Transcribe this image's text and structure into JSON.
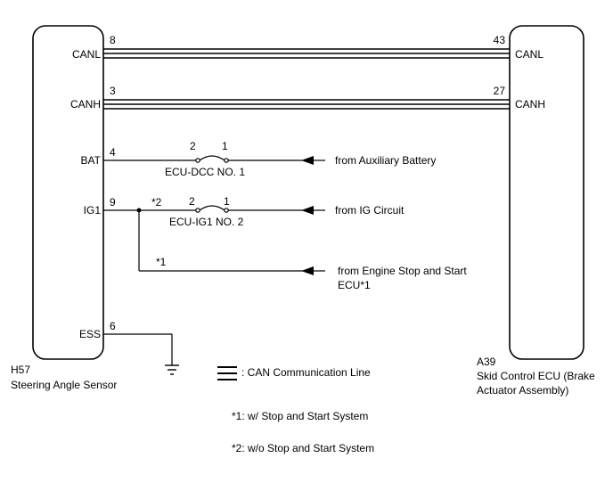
{
  "left_component": {
    "code": "H57",
    "name": "Steering Angle Sensor",
    "pins": {
      "canl": {
        "number": "8",
        "label": "CANL"
      },
      "canh": {
        "number": "3",
        "label": "CANH"
      },
      "bat": {
        "number": "4",
        "label": "BAT"
      },
      "ig1": {
        "number": "9",
        "label": "IG1"
      },
      "ess": {
        "number": "6",
        "label": "ESS"
      }
    }
  },
  "right_component": {
    "code": "A39",
    "name_line1": "Skid Control ECU (Brake",
    "name_line2": "Actuator Assembly)",
    "pins": {
      "canl": {
        "number": "43",
        "label": "CANL"
      },
      "canh": {
        "number": "27",
        "label": "CANH"
      }
    }
  },
  "fuses": {
    "ecu_dcc": {
      "name": "ECU-DCC NO. 1",
      "pin_left": "2",
      "pin_right": "1"
    },
    "ecu_ig1": {
      "name": "ECU-IG1 NO. 2",
      "pin_left": "2",
      "pin_right": "1"
    }
  },
  "sources": {
    "aux_battery": "from Auxiliary Battery",
    "ig_circuit": "from IG Circuit",
    "engine_stop_line1": "from Engine Stop and Start",
    "engine_stop_line2": "ECU*1"
  },
  "markers": {
    "branch": "*1",
    "ig1_line": "*2"
  },
  "legend": {
    "can_line": ": CAN Communication Line"
  },
  "notes": {
    "note1": "*1: w/ Stop and Start System",
    "note2": "*2: w/o Stop and Start System"
  }
}
